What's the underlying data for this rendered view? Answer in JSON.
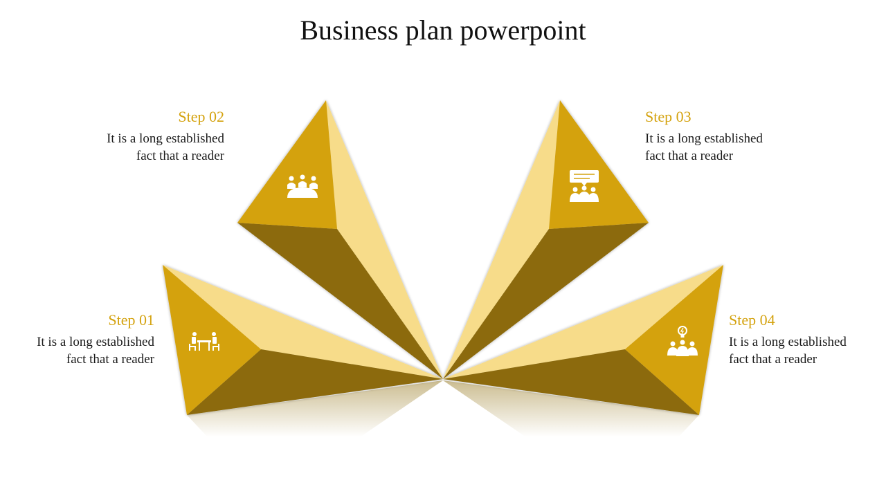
{
  "title": "Business plan powerpoint",
  "colors": {
    "accent_light": "#F7DC8A",
    "accent_mid": "#D4A20E",
    "accent_dark": "#8C6B08",
    "step_title": "#D4A20E"
  },
  "steps": [
    {
      "label": "Step 01",
      "text": "It is a long established\nfact that a reader",
      "icon": "meeting-table-icon"
    },
    {
      "label": "Step 02",
      "text": "It is a long established\nfact that a reader",
      "icon": "team-conference-icon"
    },
    {
      "label": "Step 03",
      "text": "It is a long established\nfact that a reader",
      "icon": "presentation-audience-icon"
    },
    {
      "label": "Step 04",
      "text": "It is a long established\nfact that a reader",
      "icon": "idea-team-icon"
    }
  ]
}
